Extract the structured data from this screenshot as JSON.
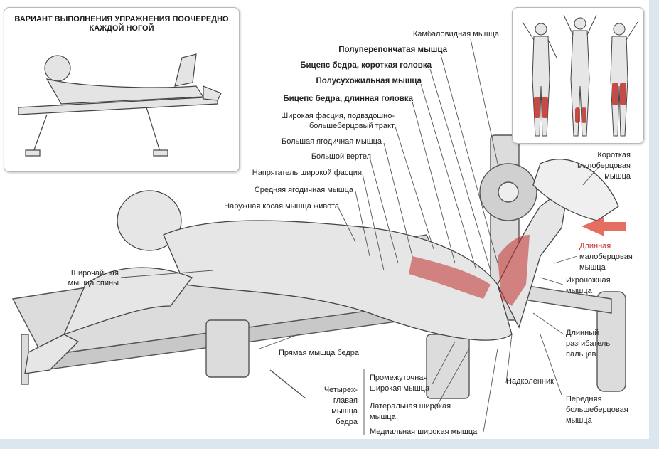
{
  "inset_title": {
    "line1": "ВАРИАНТ ВЫПОЛНЕНИЯ УПРАЖНЕНИЯ ПООЧЕРЕДНО",
    "line2": "КАЖДОЙ НОГОЙ"
  },
  "labels": {
    "kambalovidnaya": "Камбаловидная мышца",
    "poluperep": "Полуперепончатая мышца",
    "biceps_short": "Бицепс бедра, короткая головка",
    "polusuh": "Полусухожильная мышца",
    "biceps_long": "Бицепс бедра, длинная головка",
    "fascia_1": "Широкая фасция, подвздошно-",
    "fascia_2": "большеберцовый тракт",
    "gluteus_max": "Большая ягодичная мышца",
    "trochanter": "Большой вертел",
    "tensor": "Напрягатель широкой фасции",
    "gluteus_med": "Средняя ягодичная мышца",
    "oblique": "Наружная косая мышца живота",
    "latissimus_1": "Широчайшая",
    "latissimus_2": "мышца спины",
    "rectus": "Прямая мышца бедра",
    "quad_1": "Четырех-",
    "quad_2": "главая",
    "quad_3": "мышца",
    "quad_4": "бедра",
    "vastus_int_1": "Промежуточная",
    "vastus_int_2": "широкая мышца",
    "vastus_lat_1": "Латеральная широкая",
    "vastus_lat_2": "мышца",
    "vastus_med": "Медиальная широкая мышца",
    "patella": "Надколенник",
    "tibialis_1": "Передняя",
    "tibialis_2": "большеберцовая",
    "tibialis_3": "мышца",
    "extensor_1": "Длинный",
    "extensor_2": "разгибатель",
    "extensor_3": "пальцев",
    "gastro_1": "Икроножная",
    "gastro_2": "мышца",
    "peroneus_long_1": "Длинная",
    "peroneus_long_2": "малоберцовая",
    "peroneus_long_3": "мышца",
    "peroneus_short_1": "Короткая",
    "peroneus_short_2": "малоберцовая",
    "peroneus_short_3": "мышца"
  },
  "colors": {
    "highlight_red": "#c0302b",
    "arrow_red": "#e04a3a",
    "line": "#555555"
  }
}
